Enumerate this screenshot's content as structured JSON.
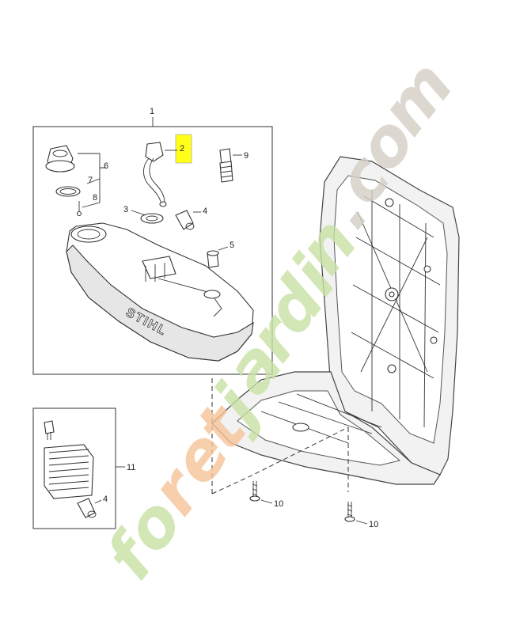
{
  "callouts": {
    "c1": "1",
    "c2": "2",
    "c3": "3",
    "c4a": "4",
    "c4b": "4",
    "c5": "5",
    "c6": "6",
    "c7": "7",
    "c8": "8",
    "c9": "9",
    "c10a": "10",
    "c10b": "10",
    "c11": "11"
  },
  "brand_mark": "STIHL",
  "watermark": {
    "letters": [
      "f",
      "o",
      "r",
      "e",
      "t",
      "j",
      "a",
      "r",
      "d",
      "i",
      "n",
      ".",
      "c",
      "o",
      "m"
    ],
    "colors": {
      "green": "#c9e2a4",
      "orange": "#f5c499",
      "gray": "#d4cfc4"
    }
  },
  "highlight_color": "#ffff1a"
}
